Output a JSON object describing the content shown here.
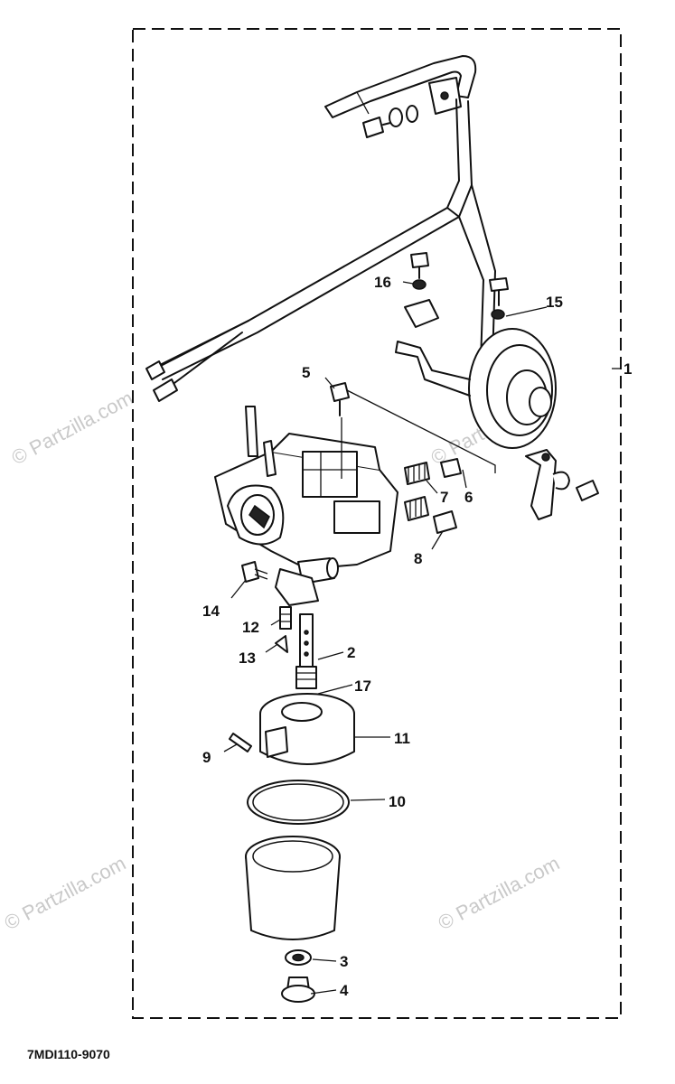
{
  "diagram_code": "7MDI110-9070",
  "watermark": "© Partzilla.com",
  "callouts": [
    {
      "id": "c1",
      "label": "1"
    },
    {
      "id": "c2",
      "label": "2"
    },
    {
      "id": "c3",
      "label": "3"
    },
    {
      "id": "c4",
      "label": "4"
    },
    {
      "id": "c5",
      "label": "5"
    },
    {
      "id": "c6",
      "label": "6"
    },
    {
      "id": "c7",
      "label": "7"
    },
    {
      "id": "c8",
      "label": "8"
    },
    {
      "id": "c9",
      "label": "9"
    },
    {
      "id": "c10",
      "label": "10"
    },
    {
      "id": "c11",
      "label": "11"
    },
    {
      "id": "c12",
      "label": "12"
    },
    {
      "id": "c13",
      "label": "13"
    },
    {
      "id": "c14",
      "label": "14"
    },
    {
      "id": "c15",
      "label": "15"
    },
    {
      "id": "c16",
      "label": "16"
    },
    {
      "id": "c17",
      "label": "17"
    }
  ]
}
